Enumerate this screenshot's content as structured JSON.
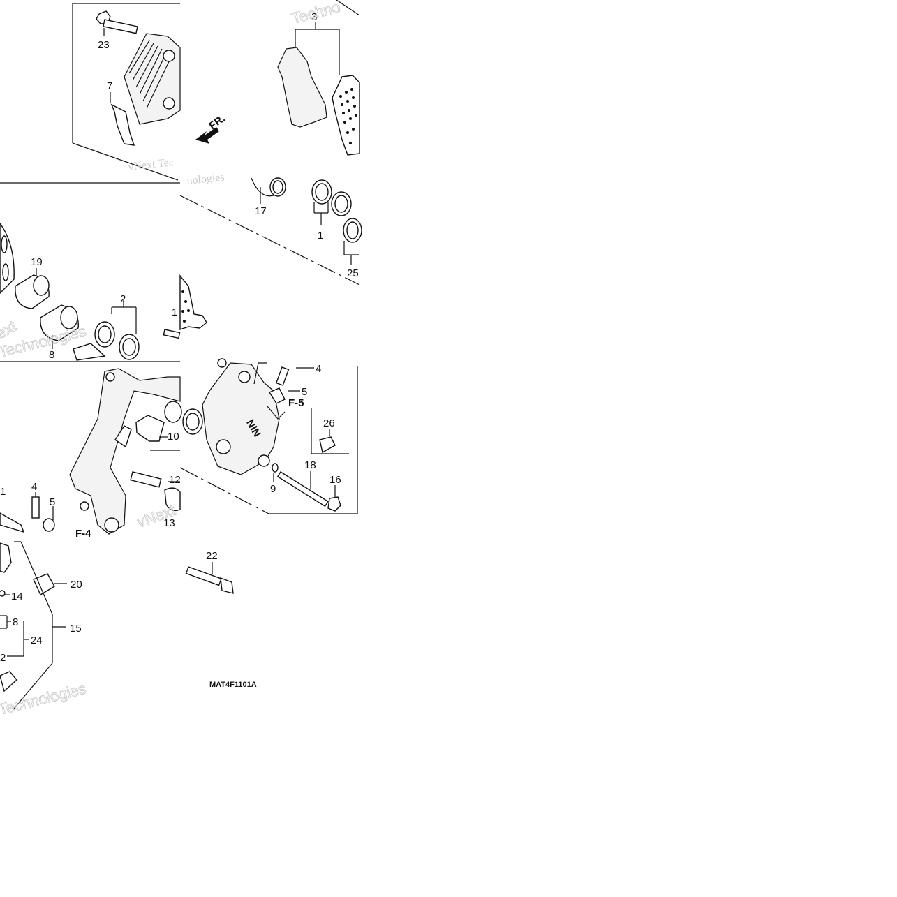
{
  "diagram": {
    "callouts": [
      "23",
      "7",
      "3",
      "17",
      "1",
      "25",
      "19",
      "2",
      "1",
      "8",
      "4",
      "5",
      "26",
      "18",
      "16",
      "9",
      "10",
      "12",
      "13",
      "1",
      "4",
      "5",
      "22",
      "20",
      "14",
      "8",
      "24",
      "15",
      "2"
    ],
    "tags": [
      "FR.",
      "F-5",
      "F-4"
    ],
    "code": "MAT4F1101A",
    "watermarks": [
      "vNext Tec",
      "nologies",
      "Techno",
      "Technologies",
      "vNext",
      "Technologies",
      "ext"
    ]
  }
}
